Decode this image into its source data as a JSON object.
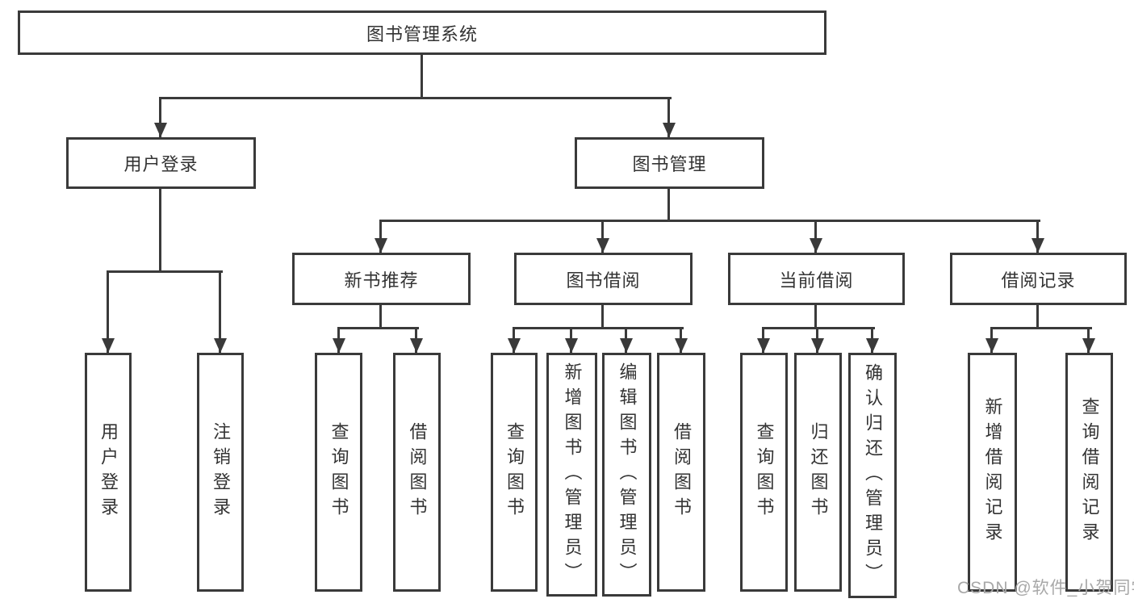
{
  "title": {
    "label": "图书管理系统"
  },
  "level2": {
    "user_login": {
      "label": "用户登录"
    },
    "book_mgmt": {
      "label": "图书管理"
    }
  },
  "level3": {
    "new_book": {
      "label": "新书推荐"
    },
    "borrow": {
      "label": "图书借阅"
    },
    "current": {
      "label": "当前借阅"
    },
    "history": {
      "label": "借阅记录"
    }
  },
  "leaves": {
    "user_login_leaf": {
      "label": "用户登录"
    },
    "logout": {
      "label": "注销登录"
    },
    "nb_query": {
      "label": "查询图书"
    },
    "nb_borrow": {
      "label": "借阅图书"
    },
    "bw_query": {
      "label": "查询图书"
    },
    "bw_add": {
      "label": "新增图书（管理员）"
    },
    "bw_edit": {
      "label": "编辑图书（管理员）"
    },
    "bw_borrow": {
      "label": "借阅图书"
    },
    "cur_query": {
      "label": "查询图书"
    },
    "cur_return": {
      "label": "归还图书"
    },
    "cur_confirm": {
      "label": "确认归还（管理员）"
    },
    "his_add": {
      "label": "新增借阅记录"
    },
    "his_query": {
      "label": "查询借阅记录"
    }
  },
  "watermark": {
    "text": "CSDN @软件_小贺同学"
  },
  "colors": {
    "line": "#3a3a3a",
    "text": "#333333",
    "watermark": "#a8a8a8",
    "background": "#ffffff"
  }
}
